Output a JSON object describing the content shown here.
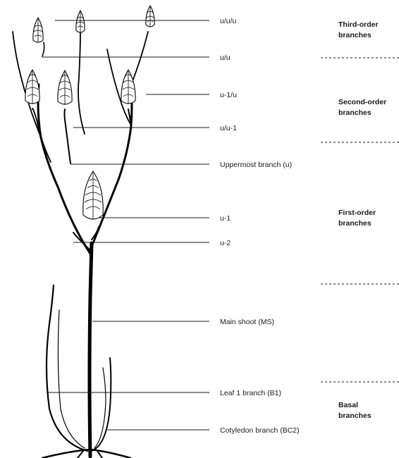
{
  "labels": {
    "u_u_u": "u/u/u",
    "u_u": "u/u",
    "u1_u": "u-1/u",
    "u_u1": "u/u-1",
    "uppermost": "Uppermost branch (u)",
    "u1": "u-1",
    "u2": "u-2",
    "main_shoot": "Main shoot (MS)",
    "leaf1": "Leaf 1 branch (B1)",
    "cotyledon": "Cotyledon branch (BC2)"
  },
  "groups": {
    "third_order": [
      "Third-order",
      "branches"
    ],
    "second_order": [
      "Second-order",
      "branches"
    ],
    "first_order": [
      "First-order",
      "branches"
    ],
    "basal": [
      "Basal",
      "branches"
    ]
  },
  "colors": {
    "ink": "#000000",
    "text": "#1a1a1a",
    "background": "#ffffff"
  }
}
